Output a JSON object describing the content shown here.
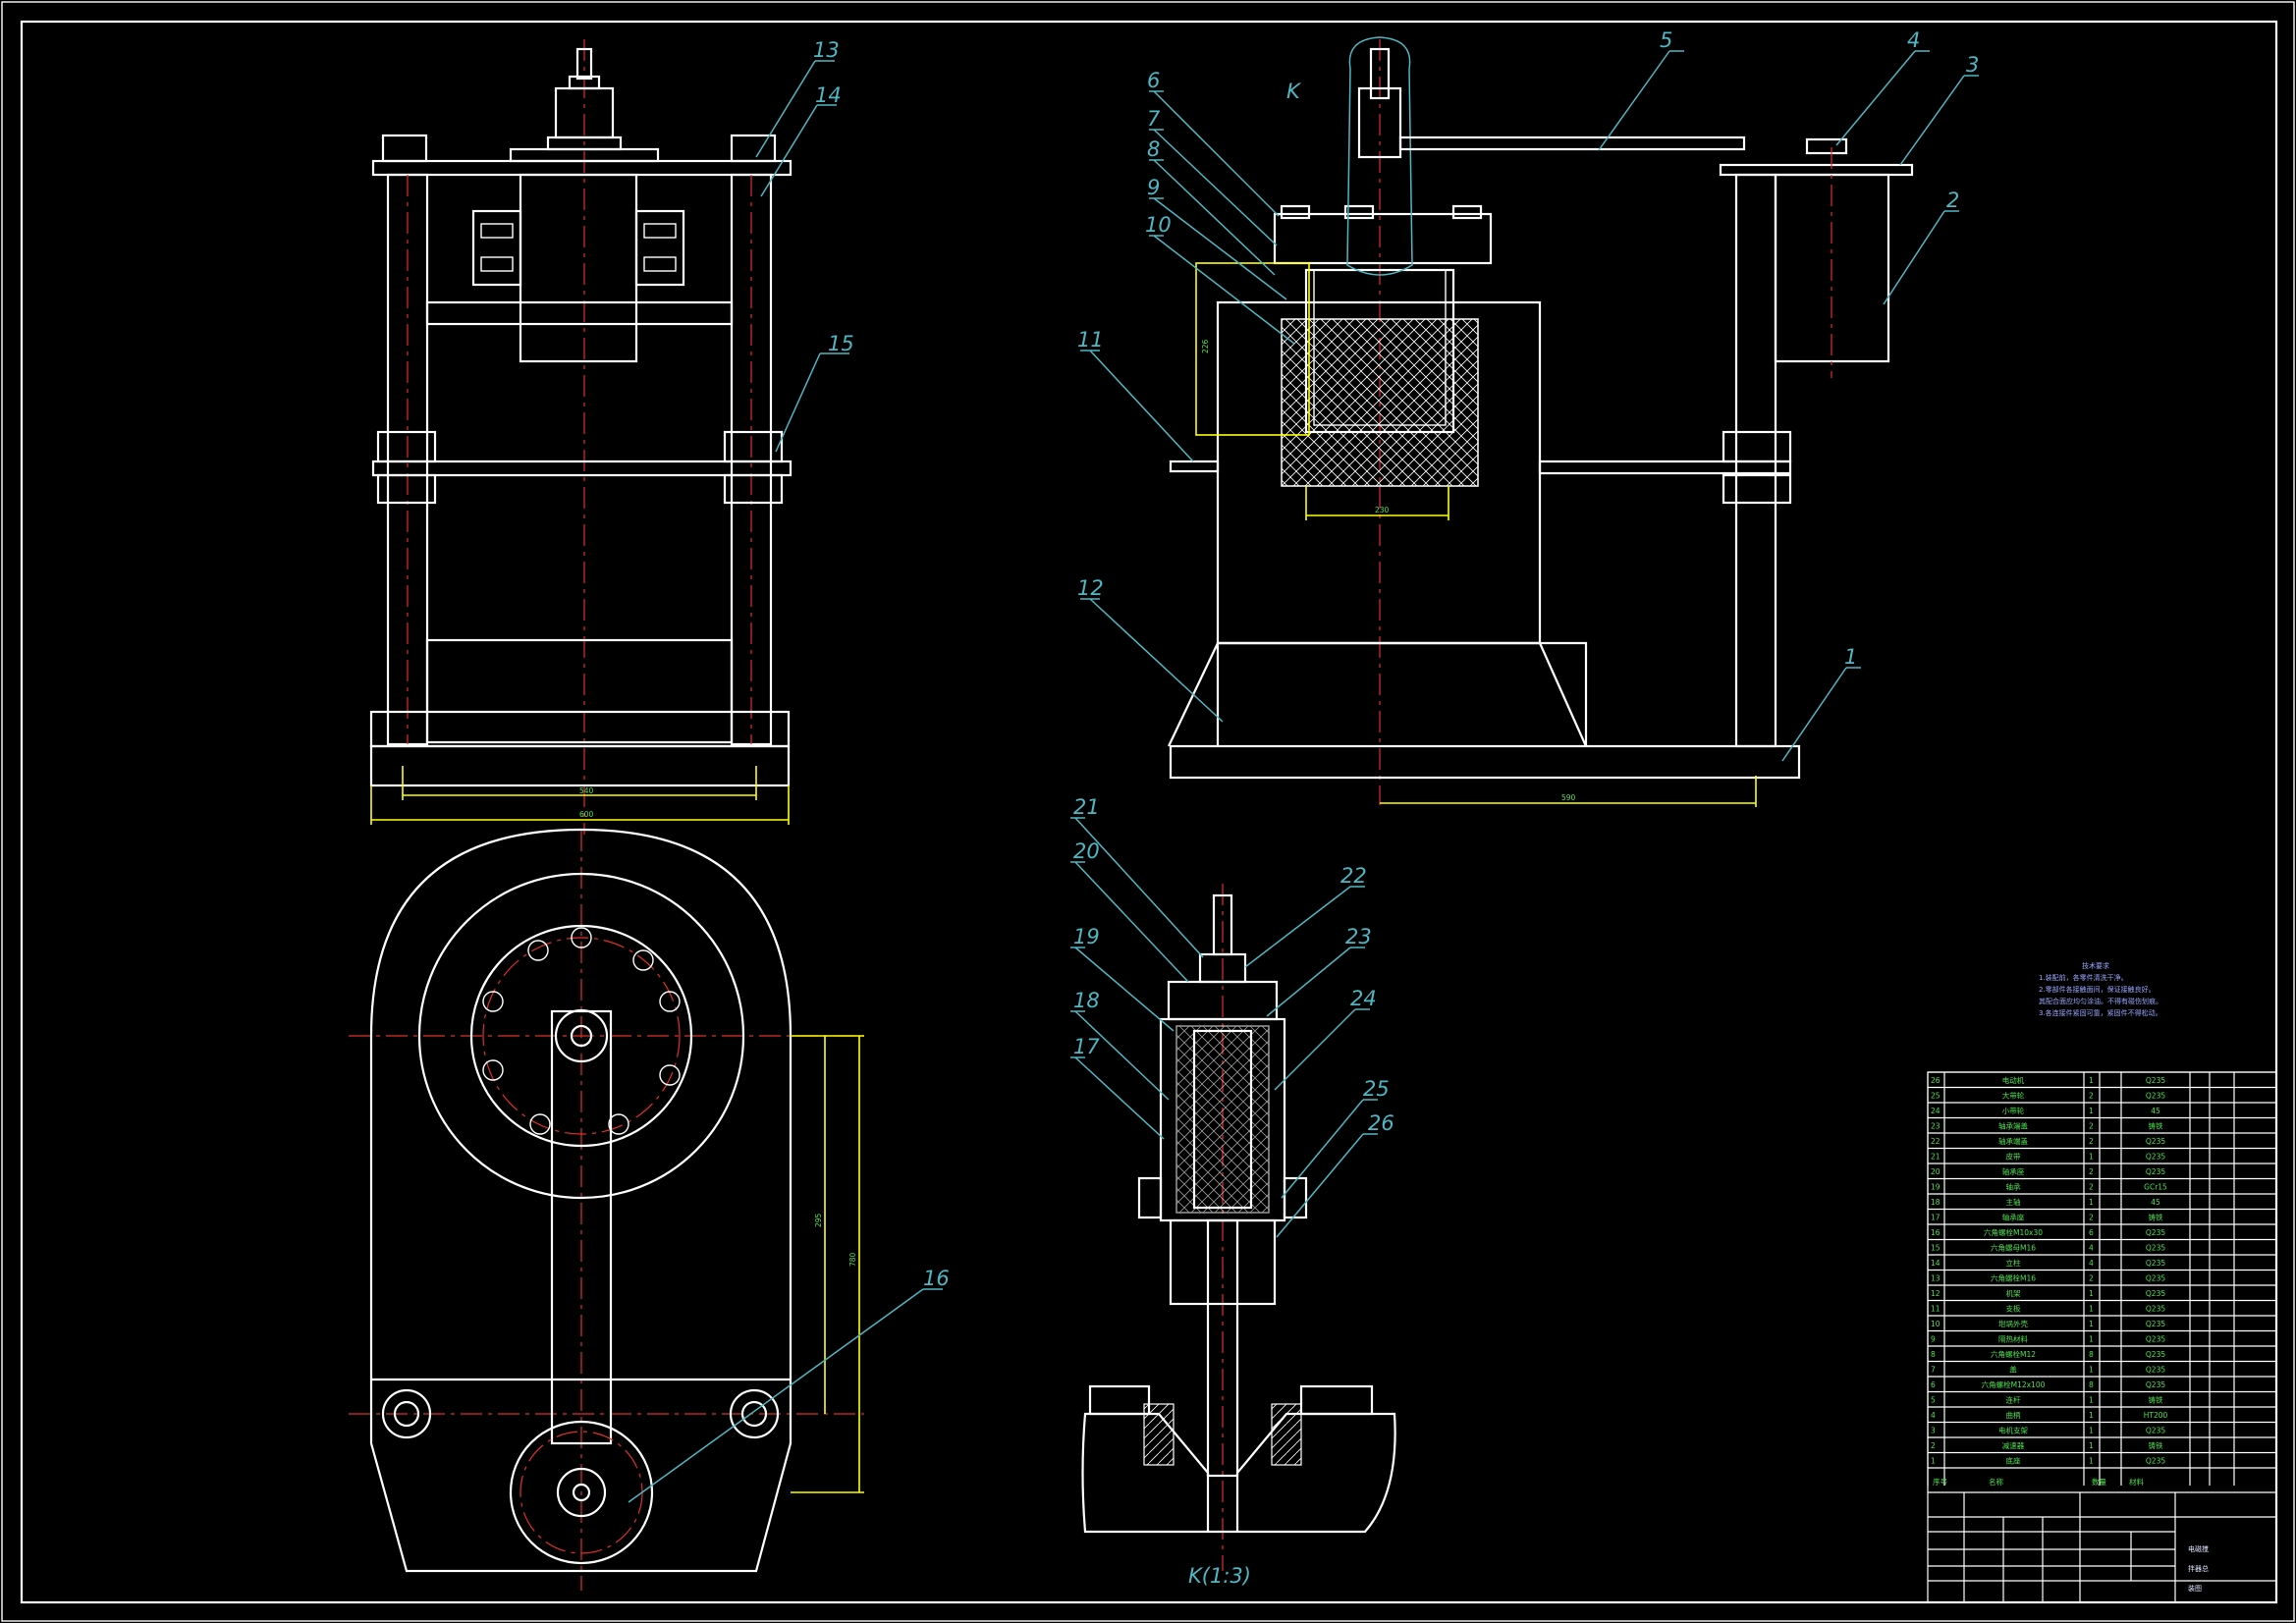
{
  "balloons": [
    "1",
    "2",
    "3",
    "4",
    "5",
    "6",
    "7",
    "8",
    "9",
    "10",
    "11",
    "12",
    "13",
    "14",
    "15",
    "16",
    "17",
    "18",
    "19",
    "20",
    "21",
    "22",
    "23",
    "24",
    "25",
    "26"
  ],
  "views": {
    "detail_label": "K",
    "detail_scale_label": "K(1:3)"
  },
  "dims": [
    "540",
    "600",
    "226",
    "230",
    "590",
    "295",
    "780"
  ],
  "notes": {
    "title": "技术要求",
    "lines": [
      "1.装配前，各零件清洗干净。",
      "2.零部件各接触面间，保证接触良好。",
      "  其配合面应均匀涂油。不得有碰伤划痕。",
      "3.各连接件紧固可靠，紧固件不得松动。"
    ]
  },
  "bom": {
    "rows": [
      [
        "26",
        "电动机",
        "1",
        "Q235"
      ],
      [
        "25",
        "大带轮",
        "2",
        "Q235"
      ],
      [
        "24",
        "小带轮",
        "1",
        "45"
      ],
      [
        "23",
        "轴承端盖",
        "2",
        "铸铁"
      ],
      [
        "22",
        "轴承端盖",
        "2",
        "Q235"
      ],
      [
        "21",
        "皮带",
        "1",
        "Q235"
      ],
      [
        "20",
        "轴承座",
        "2",
        "Q235"
      ],
      [
        "19",
        "轴承",
        "2",
        "GCr15"
      ],
      [
        "18",
        "主轴",
        "1",
        "45"
      ],
      [
        "17",
        "轴承座",
        "2",
        "铸铁"
      ],
      [
        "16",
        "六角螺栓M10x30",
        "6",
        "Q235"
      ],
      [
        "15",
        "六角螺母M16",
        "4",
        "Q235"
      ],
      [
        "14",
        "立柱",
        "4",
        "Q235"
      ],
      [
        "13",
        "六角螺栓M16",
        "2",
        "Q235"
      ],
      [
        "12",
        "机架",
        "1",
        "Q235"
      ],
      [
        "11",
        "支板",
        "1",
        "Q235"
      ],
      [
        "10",
        "坩埚外壳",
        "1",
        "Q235"
      ],
      [
        "9",
        "隔热材料",
        "1",
        "Q235"
      ],
      [
        "8",
        "六角螺栓M12",
        "8",
        "Q235"
      ],
      [
        "7",
        "盖",
        "1",
        "Q235"
      ],
      [
        "6",
        "六角螺栓M12x100",
        "8",
        "Q235"
      ],
      [
        "5",
        "连杆",
        "1",
        "铸铁"
      ],
      [
        "4",
        "曲柄",
        "1",
        "HT200"
      ],
      [
        "3",
        "电机支架",
        "1",
        "Q235"
      ],
      [
        "2",
        "减速器",
        "1",
        "铸铁"
      ],
      [
        "1",
        "底座",
        "1",
        "Q235"
      ]
    ],
    "header": [
      "序号",
      "名称",
      "数量",
      "材料"
    ],
    "title_lines": [
      "电磁搅",
      "拌器总",
      "装图"
    ]
  }
}
